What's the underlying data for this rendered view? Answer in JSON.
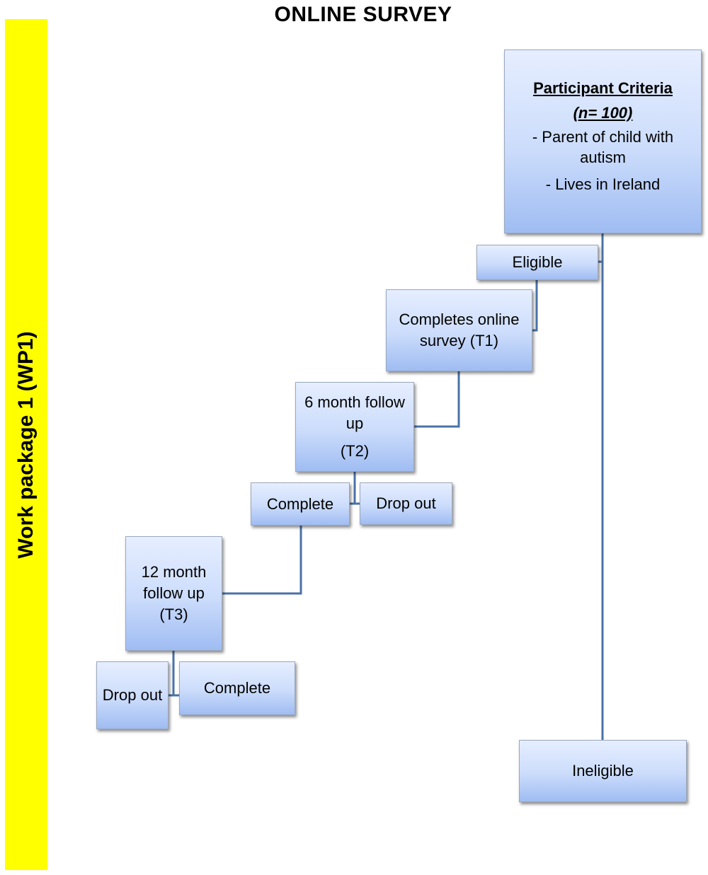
{
  "title": "ONLINE SURVEY",
  "sidebar": {
    "label": "Work package 1 (WP1)",
    "color": "#ffff00"
  },
  "criteria": {
    "heading": "Participant Criteria",
    "n": "(n= 100)",
    "items": [
      "- Parent of child with autism",
      "- Lives in Ireland"
    ]
  },
  "nodes": {
    "eligible": "Eligible",
    "completes_t1": "Completes online survey (T1)",
    "followup_6_line1": "6 month follow up",
    "followup_6_line2": "(T2)",
    "complete_t2": "Complete",
    "dropout_t2": "Drop out",
    "followup_12_line1": "12 month",
    "followup_12_line2": "follow up",
    "followup_12_line3": "(T3)",
    "dropout_t3": "Drop out",
    "complete_t3": "Complete",
    "ineligible": "Ineligible"
  },
  "colors": {
    "connector": "#4a72a8",
    "box_top": "#e6eeff",
    "box_bottom": "#9fbcf2"
  }
}
